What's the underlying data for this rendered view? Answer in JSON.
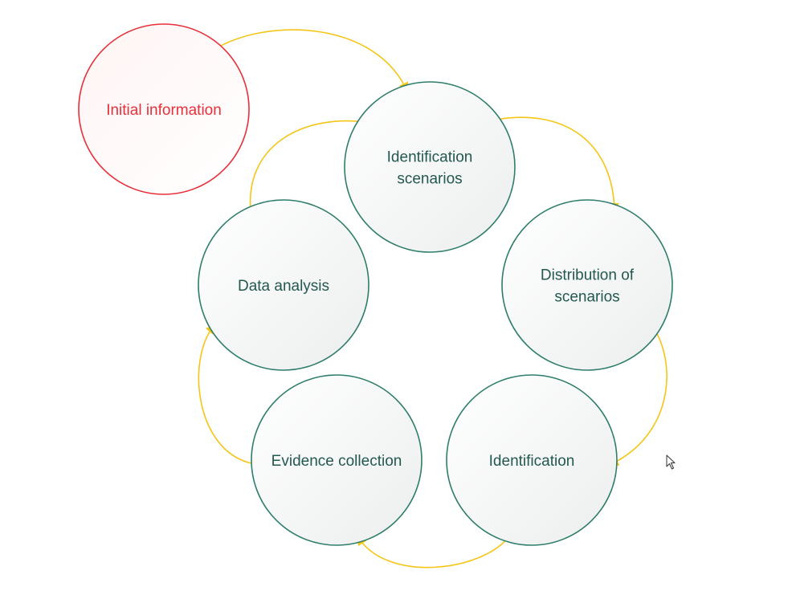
{
  "diagram": {
    "type": "cycle",
    "colors": {
      "node_stroke": "#2e7d6b",
      "node_text": "#23594f",
      "start_stroke": "#e8303a",
      "start_text": "#e8303a",
      "arrow": "#f5c518"
    },
    "start_node": {
      "lines": [
        "Initial information"
      ]
    },
    "nodes": [
      {
        "id": "identification-scenarios",
        "lines": [
          "Identification",
          "scenarios"
        ]
      },
      {
        "id": "distribution-of-scenarios",
        "lines": [
          "Distribution of",
          "scenarios"
        ]
      },
      {
        "id": "identification",
        "lines": [
          "Identification"
        ]
      },
      {
        "id": "evidence-collection",
        "lines": [
          "Evidence collection"
        ]
      },
      {
        "id": "data-analysis",
        "lines": [
          "Data analysis"
        ]
      }
    ],
    "edges": [
      {
        "from": "initial-information",
        "to": "identification-scenarios"
      },
      {
        "from": "identification-scenarios",
        "to": "distribution-of-scenarios"
      },
      {
        "from": "distribution-of-scenarios",
        "to": "identification"
      },
      {
        "from": "identification",
        "to": "evidence-collection"
      },
      {
        "from": "evidence-collection",
        "to": "data-analysis"
      },
      {
        "from": "data-analysis",
        "to": "identification-scenarios"
      }
    ]
  },
  "cursor_icon": "mouse-pointer-icon"
}
